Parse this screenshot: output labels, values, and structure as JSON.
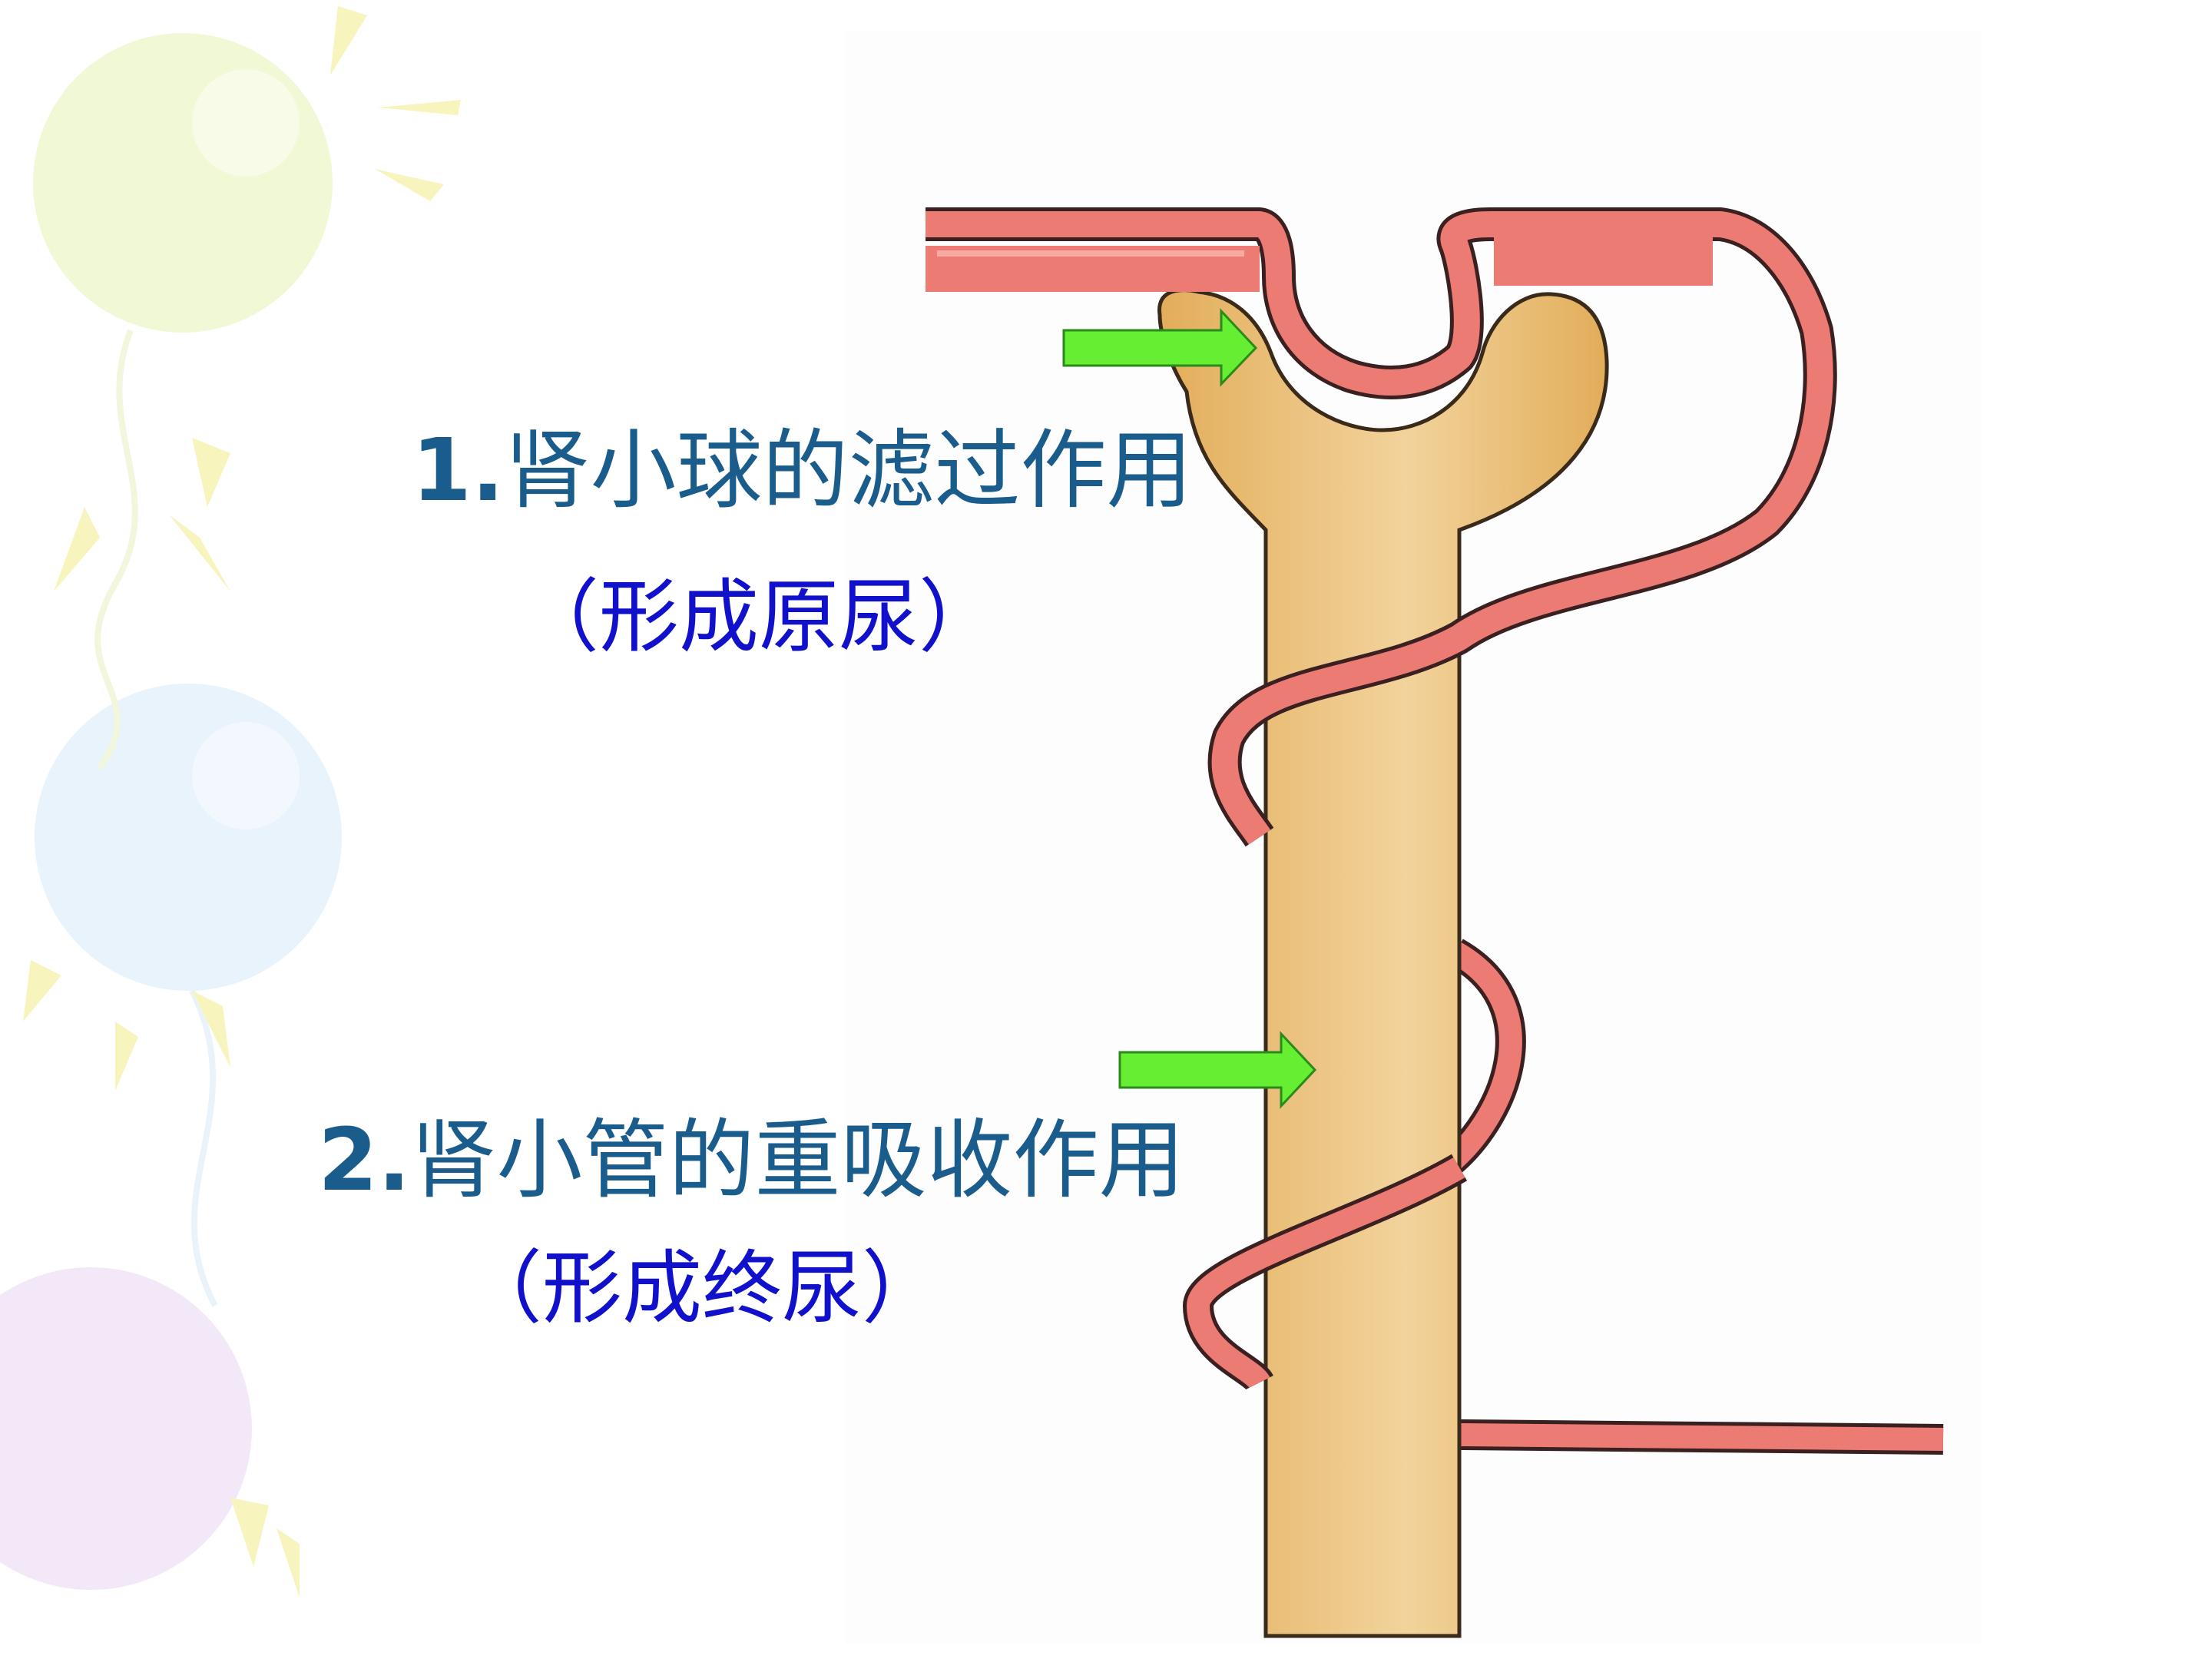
{
  "labels": {
    "step1": {
      "number": "1.",
      "text": "肾小球的滤过作用",
      "note": "（形成原尿）"
    },
    "step2": {
      "number": "2.",
      "text": "肾小管的重吸收作用",
      "note": "（形成终尿）"
    }
  },
  "colors": {
    "tubule_fill": "#eec27a",
    "tubule_outline": "#3a2a1a",
    "vessel_fill": "#ec7b74",
    "vessel_highlight": "#f6aaa2",
    "arrow_fill": "#66ee33",
    "step_text": "#1a5c8c",
    "note_text": "#1111cc"
  }
}
